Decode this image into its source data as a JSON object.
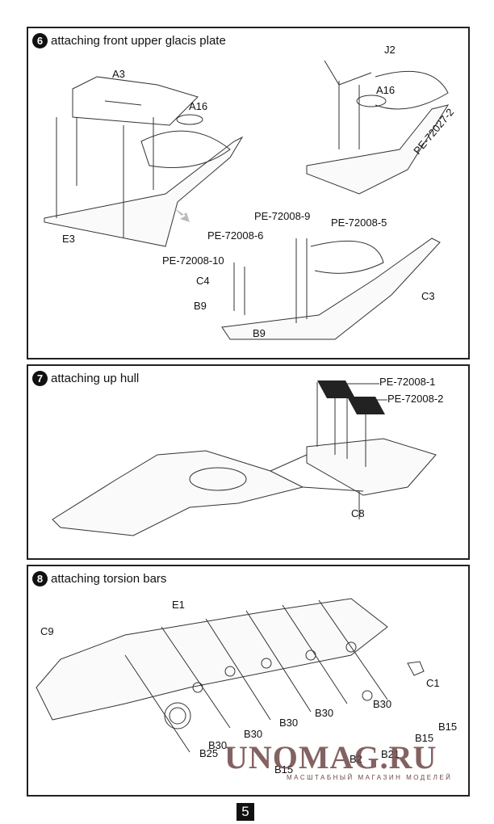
{
  "page_number": "5",
  "steps": [
    {
      "number": "6",
      "title": "attaching front upper glacis plate",
      "labels": [
        "A3",
        "A16",
        "E3",
        "J2",
        "A16",
        "PE-72027-2",
        "PE-72008-9",
        "PE-72008-5",
        "PE-72008-6",
        "PE-72008-10",
        "C4",
        "C3",
        "B9",
        "B9"
      ]
    },
    {
      "number": "7",
      "title": "attaching up hull",
      "labels": [
        "PE-72008-1",
        "PE-72008-2",
        "C8"
      ]
    },
    {
      "number": "8",
      "title": "attaching torsion bars",
      "labels": [
        "E1",
        "C9",
        "C1",
        "B30",
        "B30",
        "B30",
        "B30",
        "B30",
        "B15",
        "B15",
        "B15",
        "B25",
        "B21",
        "B2"
      ]
    }
  ],
  "watermark": {
    "text": "UNOMAG.RU",
    "subtitle": "МАСШТАБНЫЙ МАГАЗИН МОДЕЛЕЙ"
  }
}
